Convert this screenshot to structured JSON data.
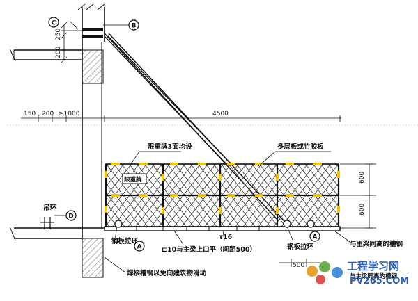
{
  "callouts": {
    "c": "C",
    "b": "B",
    "a_left": "A",
    "a_right": "A",
    "d": "D"
  },
  "dimensions": {
    "top_200": "200",
    "top_250": "250",
    "d150": "150",
    "d200": "200",
    "d1000": "≥1000",
    "span": "4500",
    "h600_top": "600",
    "h600_bottom": "600",
    "d500": "500"
  },
  "labels": {
    "sign_note": "限重牌3面均设",
    "board": "多层板或竹胶板",
    "sign_box": "限重牌",
    "hanging_ring": "吊环",
    "ring_left": "钢板拉环",
    "ring_right": "钢板拉环",
    "channel_note": "⊏10与主梁上口平（间距500）",
    "tie": "τ16",
    "weld_note": "焊接槽钢以免向建筑物滑动",
    "beam_note": "与主梁同高的槽钢",
    "bottom_right": "与主梁同高的槽钢"
  },
  "watermark": {
    "line1": "工程学习网",
    "line2": "PV265.COM"
  },
  "colors": {
    "line": "#111111",
    "yellow": "#f2c400",
    "hatch": "#555555",
    "watermark": "#2a5fb5"
  }
}
